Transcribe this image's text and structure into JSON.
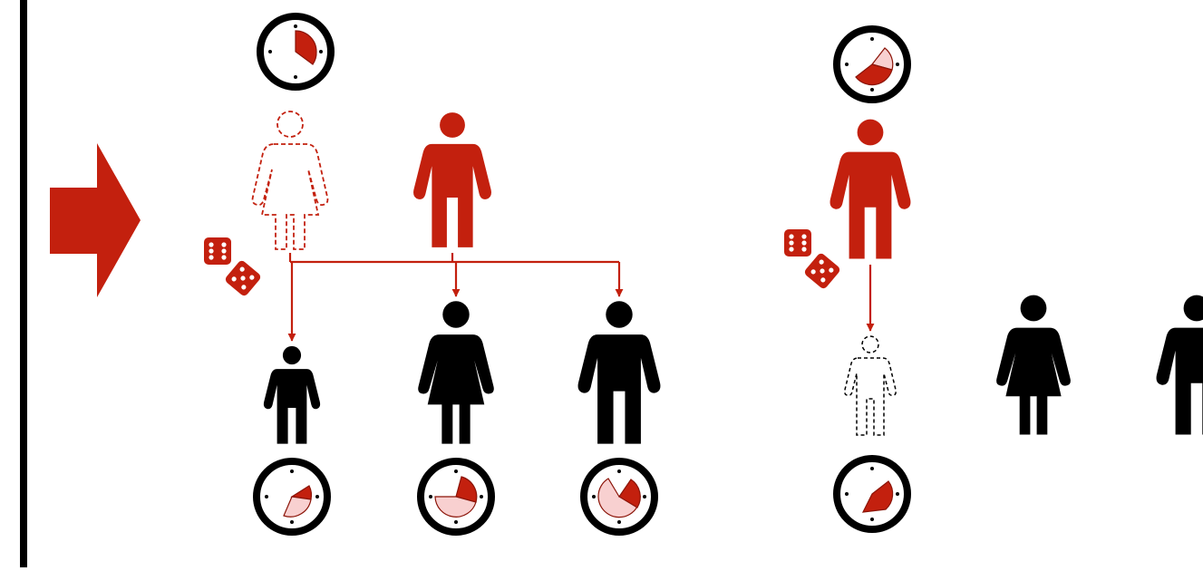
{
  "colors": {
    "accent": "#c3200e",
    "accent_light": "#f8d0d0",
    "ink": "#000000",
    "background": "#ffffff"
  },
  "icons": {
    "big_arrow": "right-arrow-icon",
    "clock": "clock-icon",
    "dice": "dice-icon",
    "person_male": "man-icon",
    "person_female": "woman-icon",
    "person_child": "child-icon"
  },
  "clock_fills": {
    "top_left": {
      "dark": 0.25
    },
    "top_right": {
      "dark": 0.3,
      "light": 0.2
    },
    "child": {
      "dark": 0.1,
      "light": 0.15
    },
    "adult_female": {
      "dark": 0.22,
      "light": 0.35
    },
    "adult_male": {
      "dark": 0.12,
      "light": 0.7
    },
    "right_child": {
      "dark": 0.12
    }
  }
}
